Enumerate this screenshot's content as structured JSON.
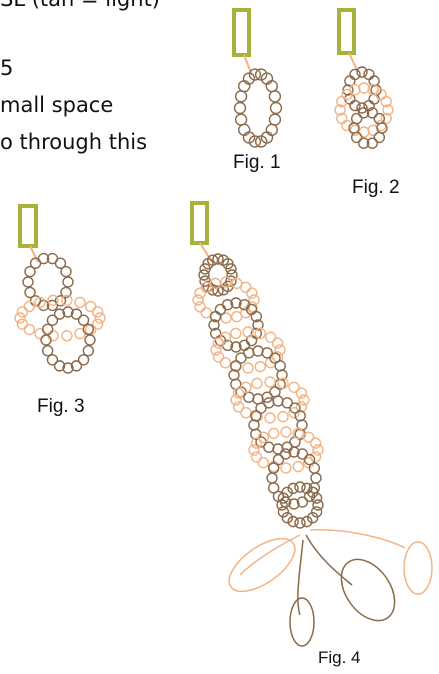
{
  "text_lines": [
    "SL (tan = light)",
    "5",
    "mall space",
    "o through this"
  ],
  "figures": [
    {
      "label": "Fig. 1"
    },
    {
      "label": "Fig. 2"
    },
    {
      "label": "Fig. 3"
    },
    {
      "label": "Fig. 4"
    }
  ],
  "colors": {
    "dark_thread": "#8a6a4a",
    "light_thread": "#f2b386",
    "shuttle": "#a8b23a",
    "text": "#111111"
  }
}
